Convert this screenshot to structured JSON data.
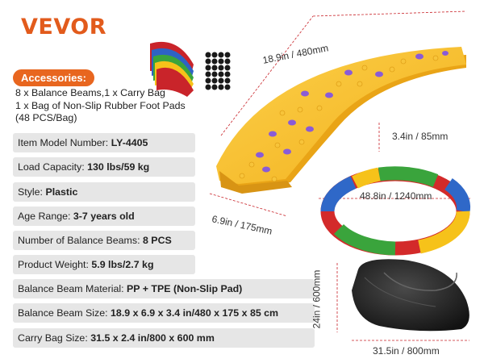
{
  "brand": {
    "logo_text": "VEVOR",
    "accent_color": "#e25b1c"
  },
  "accessories": {
    "title": "Accessories:",
    "lines": [
      "8 x Balance Beams,1 x Carry Bag",
      "1 x Bag of Non-Slip Rubber Foot Pads",
      "(48 PCS/Bag)"
    ]
  },
  "specs": [
    {
      "label": "Item Model Number: ",
      "value": "LY-4405"
    },
    {
      "label": "Load Capacity: ",
      "value": "130 lbs/59 kg"
    },
    {
      "label": "Style: ",
      "value": "Plastic"
    },
    {
      "label": "Age Range: ",
      "value": "3-7 years old"
    },
    {
      "label": "Number of Balance Beams: ",
      "value": "8 PCS"
    },
    {
      "label": "Product Weight: ",
      "value": "5.9 lbs/2.7 kg"
    },
    {
      "label": "Balance Beam Material: ",
      "value": "PP + TPE (Non-Slip Pad)"
    },
    {
      "label": "Balance Beam Size: ",
      "value": "18.9 x 6.9 x 3.4 in/480 x 175 x 85 cm"
    },
    {
      "label": "Carry Bag Size: ",
      "value": "31.5 x 2.4 in/800 x 600 mm"
    }
  ],
  "dimensions": {
    "beam_length": "18.9in / 480mm",
    "beam_height": "3.4in / 85mm",
    "beam_width": "6.9in / 175mm",
    "ring_diameter": "48.8in / 1240mm",
    "bag_height": "24in / 600mm",
    "bag_width": "31.5in / 800mm"
  }
}
